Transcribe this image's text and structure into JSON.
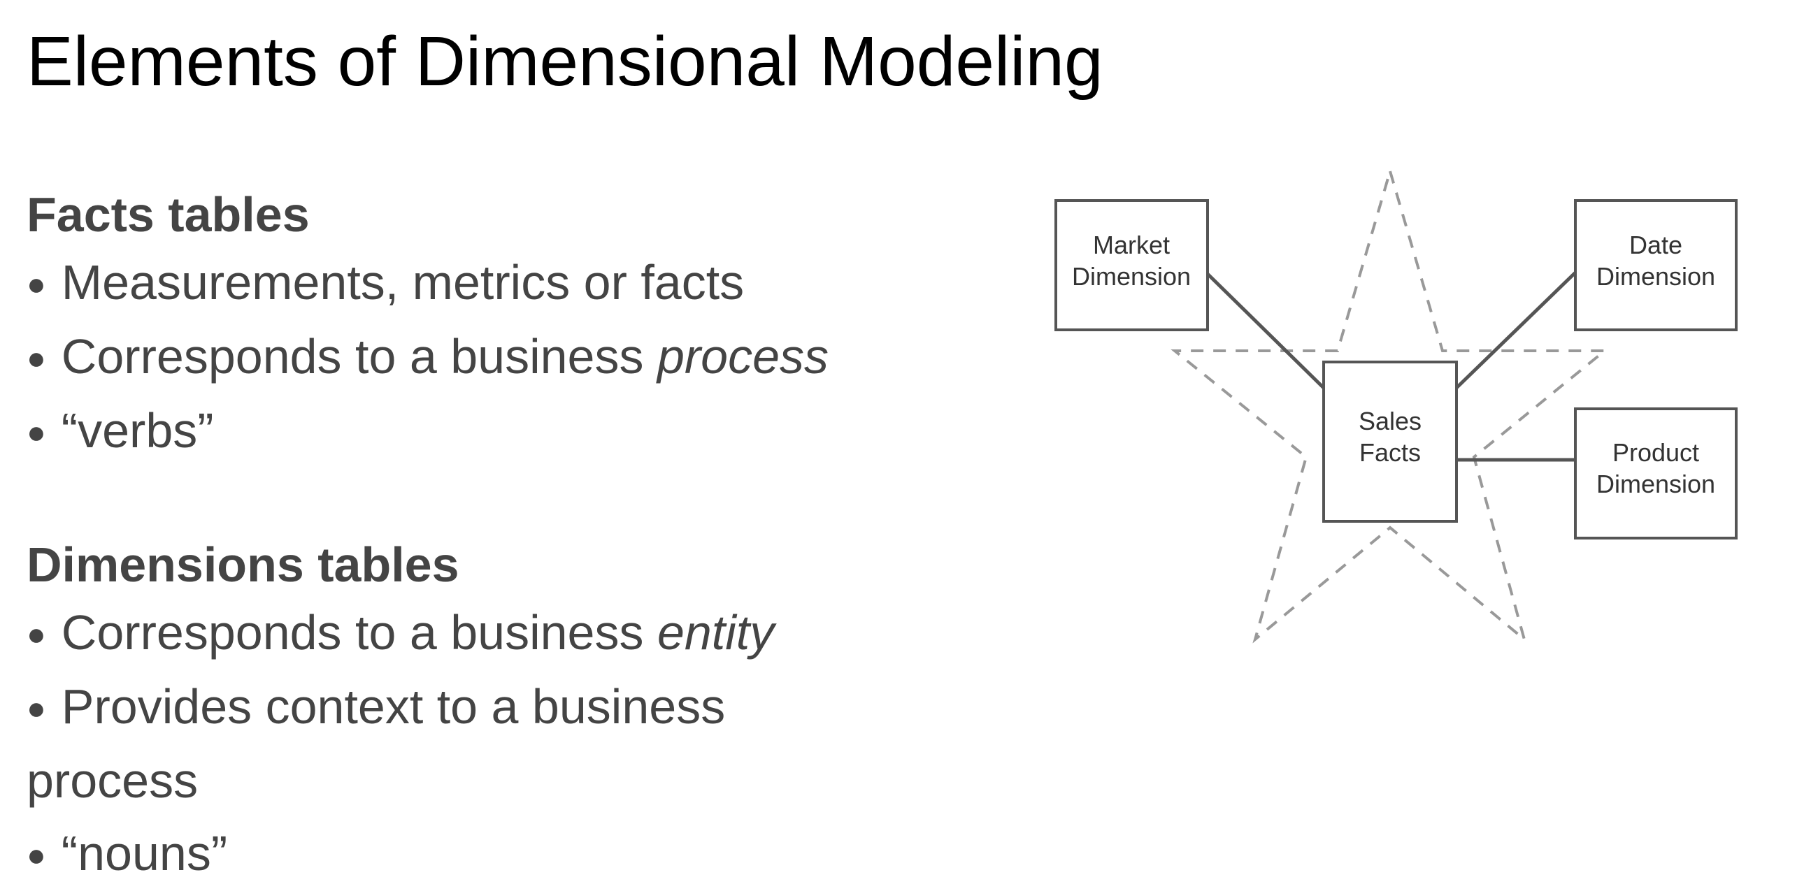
{
  "slide": {
    "title": "Elements of Dimensional Modeling"
  },
  "facts": {
    "heading": "Facts tables",
    "bullet1": "Measurements, metrics or facts",
    "bullet2_prefix": "Corresponds to a business ",
    "bullet2_emphasis": "process",
    "bullet3": "“verbs”"
  },
  "dimensions": {
    "heading": "Dimensions tables",
    "bullet1_prefix": "Corresponds to a business ",
    "bullet1_emphasis": "entity",
    "bullet2": "Provides context to a business process",
    "bullet3": "“nouns”"
  },
  "bullet_symbol": "●",
  "diagram": {
    "market_line1": "Market",
    "market_line2": "Dimension",
    "date_line1": "Date",
    "date_line2": "Dimension",
    "sales_line1": "Sales",
    "sales_line2": "Facts",
    "product_line1": "Product",
    "product_line2": "Dimension"
  }
}
